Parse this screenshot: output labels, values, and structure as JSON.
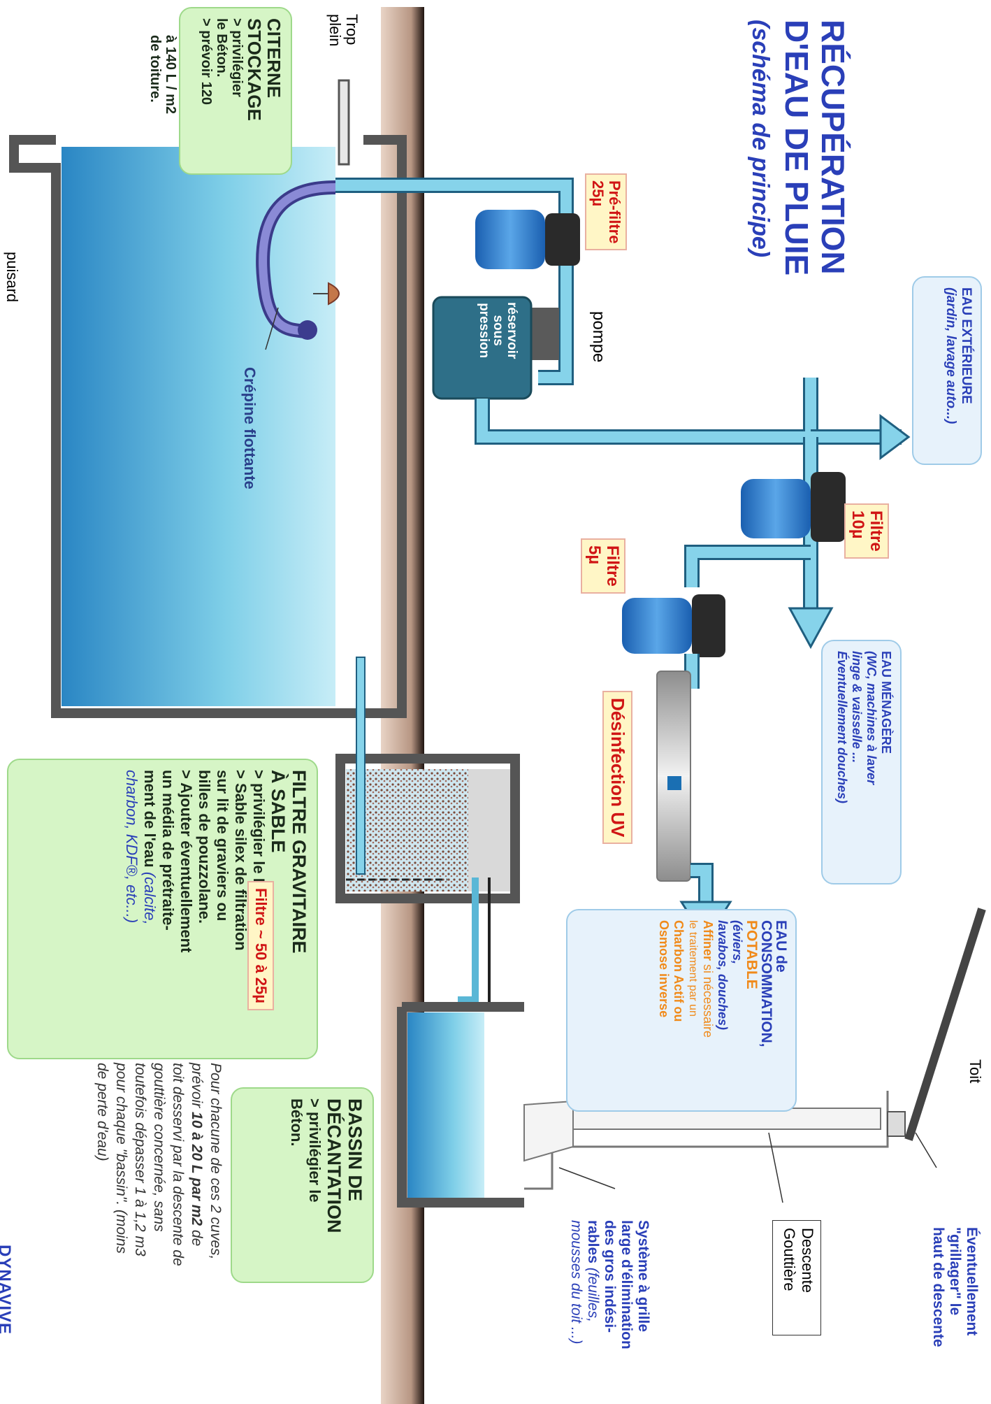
{
  "title": {
    "line1": "RÉCUPÉRATION",
    "line2": "D'EAU DE PLUIE",
    "subtitle": "(schéma de principe)"
  },
  "labels": {
    "trop_plein_1": "Trop",
    "trop_plein_2": "plein",
    "puisard": "puisard",
    "pompe": "pompe",
    "reservoir": [
      "réservoir",
      "sous",
      "pression"
    ],
    "crepine": "Crépine flottante",
    "toit": "Toit",
    "descente_1": "Descente",
    "descente_2": "Gouttière"
  },
  "filters": {
    "prefiltre": [
      "Pré-filtre",
      "25µ"
    ],
    "filtre10": [
      "Filtre",
      "10µ"
    ],
    "filtre5": [
      "Filtre",
      "5µ"
    ],
    "uv": "Désinfection UV",
    "sable_tag": "Filtre ~ 50 à 25µ"
  },
  "citerne": {
    "title": [
      "CITERNE",
      "STOCKAGE"
    ],
    "lines": [
      "> privilégier",
      "le Béton.",
      "> prévoir 120",
      "à 140 L / m2",
      "de toiture."
    ]
  },
  "eau_exterieure": {
    "title": "EAU EXTÉRIEURE",
    "sub": "(jardin, lavage auto...)"
  },
  "eau_menagere": {
    "title": "EAU MÉNAGÈRE",
    "lines": [
      "(WC, machines à laver",
      "linge & vaisselle ...",
      "Éventuellement douches)"
    ]
  },
  "eau_conso": {
    "title1": "EAU de",
    "title2": "CONSOMMATION,",
    "potable": "POTABLE",
    "sub1": "(éviers,",
    "sub2": "lavabos, douches)",
    "affiner": "Affiner",
    "affiner_rest": " si nécessaire",
    "traitement": "le traitement par un",
    "charbon": "Charbon Actif",
    "ou": " ou",
    "osmose": "Osmose inverse"
  },
  "sable": {
    "title1": "FILTRE GRAVITAIRE",
    "title2": "À SABLE",
    "lines": [
      "> privilégier le Béton.",
      "> Sable silex de filtration",
      "sur lit de graviers ou",
      "billes de pouzzolane.",
      "> Ajouter éventuellement",
      "un média de prétraite-",
      "ment de l'eau"
    ],
    "media": "(calcite,",
    "media2": "charbon, KDF®, etc...)"
  },
  "bassin": {
    "title1": "BASSIN DE",
    "title2": "DÉCANTATION",
    "lines": [
      "> privilégier le",
      "Béton."
    ]
  },
  "note": {
    "l1": "Pour chacune de ces 2 cuves,",
    "l2a": "prévoir ",
    "l2b": "10 à 20 L par m2",
    "l2c": " de",
    "l3": "toit desservi par la descente de",
    "l4": "gouttière concernée, sans",
    "l5": "toutefois dépasser 1 à 1,2 m3",
    "l6": "pour chaque \"bassin\".  (moins",
    "l7": "de perte d'eau)"
  },
  "grille": {
    "lines": [
      "Éventuellement",
      "\"grillager\" le",
      "haut de descente"
    ]
  },
  "systeme": {
    "lines": [
      "Système à grille",
      "large d'élimination",
      "des gros indési-"
    ],
    "l4a": "rables",
    "l4b": " (feuilles,",
    "l5": "mousses du toit ...)"
  },
  "brand": "DYNAVIVE",
  "colors": {
    "pipe": "#86d3ea",
    "pipe_border": "#1f5f80",
    "water_top": "#bfe8f4",
    "water_bottom": "#2d8fc9",
    "ground": "#c8aa96",
    "title_blue": "#2a3fb8",
    "red": "#d01515",
    "orange": "#f08a1a"
  }
}
